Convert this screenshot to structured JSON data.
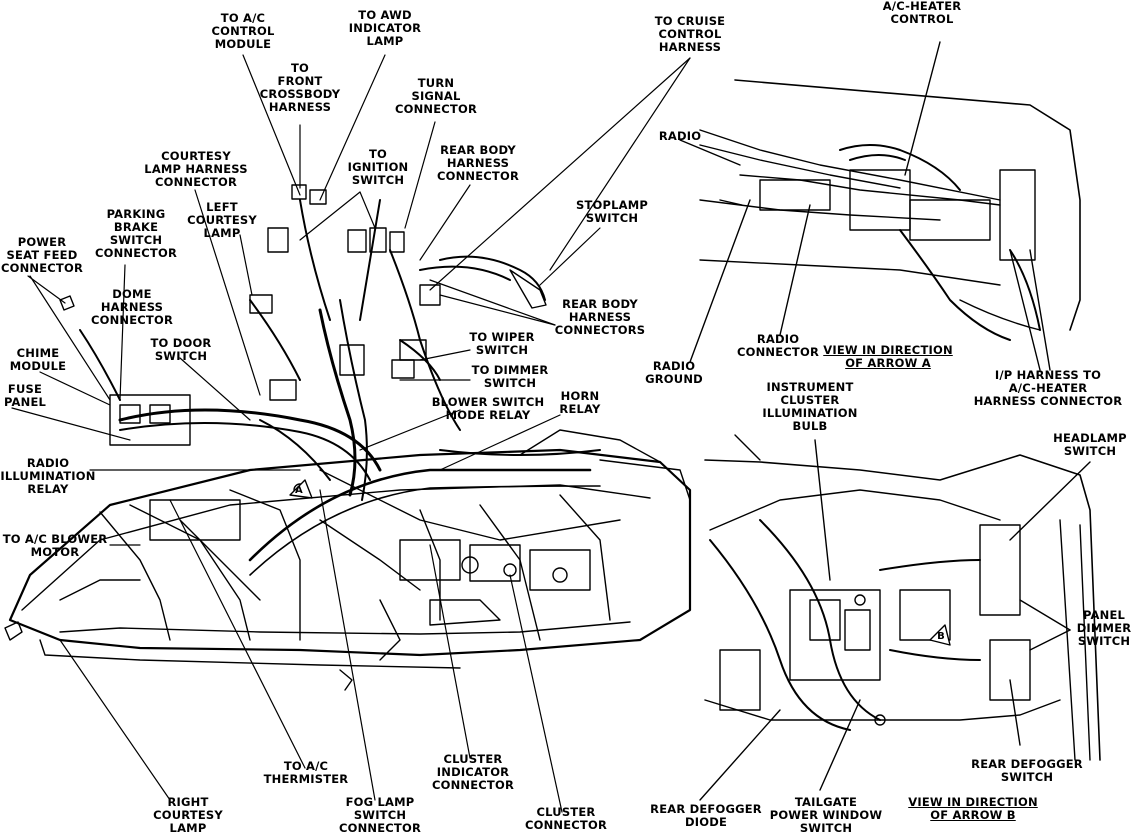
{
  "labels": {
    "to_ac_control_module": "TO A/C\nCONTROL\nMODULE",
    "to_awd_indicator_lamp": "TO AWD\nINDICATOR\nLAMP",
    "to_front_crossbody_harness": "TO\nFRONT\nCROSSBODY\nHARNESS",
    "turn_signal_connector": "TURN\nSIGNAL\nCONNECTOR",
    "to_cruise_control_harness": "TO CRUISE\nCONTROL\nHARNESS",
    "courtesy_lamp_harness_connector": "COURTESY\nLAMP HARNESS\nCONNECTOR",
    "to_ignition_switch": "TO\nIGNITION\nSWITCH",
    "rear_body_harness_connector": "REAR BODY\nHARNESS\nCONNECTOR",
    "parking_brake_switch_connector": "PARKING\nBRAKE\nSWITCH\nCONNECTOR",
    "left_courtesy_lamp": "LEFT\nCOURTESY\nLAMP",
    "stoplamp_switch": "STOPLAMP\nSWITCH",
    "power_seat_feed_connector": "POWER\nSEAT FEED\nCONNECTOR",
    "dome_harness_connector": "DOME\nHARNESS\nCONNECTOR",
    "rear_body_harness_connectors": "REAR BODY\nHARNESS\nCONNECTORS",
    "chime_module": "CHIME\nMODULE",
    "to_door_switch": "TO DOOR\nSWITCH",
    "to_wiper_switch": "TO WIPER\nSWITCH",
    "fuse_panel": "FUSE\nPANEL",
    "to_dimmer_switch": "TO DIMMER\nSWITCH",
    "blower_switch_mode_relay": "BLOWER SWITCH\nMODE RELAY",
    "horn_relay": "HORN\nRELAY",
    "radio_illumination_relay": "RADIO\nILLUMINATION\nRELAY",
    "to_ac_blower_motor": "TO A/C BLOWER\nMOTOR",
    "to_ac_thermister": "TO A/C\nTHERMISTER",
    "cluster_indicator_connector": "CLUSTER\nINDICATOR\nCONNECTOR",
    "right_courtesy_lamp": "RIGHT\nCOURTESY\nLAMP",
    "fog_lamp_switch_connector": "FOG LAMP\nSWITCH\nCONNECTOR",
    "cluster_connector": "CLUSTER\nCONNECTOR",
    "ac_heater_control": "A/C-HEATER\nCONTROL",
    "radio": "RADIO",
    "radio_connector": "RADIO\nCONNECTOR",
    "view_direction_arrow_a": "VIEW IN DIRECTION\nOF ARROW A",
    "radio_ground": "RADIO\nGROUND",
    "ip_harness_to_ac_heater": "I/P HARNESS TO\nA/C-HEATER\nHARNESS CONNECTOR",
    "instrument_cluster_illumination_bulb": "INSTRUMENT\nCLUSTER\nILLUMINATION\nBULB",
    "headlamp_switch": "HEADLAMP\nSWITCH",
    "panel_dimmer_switch": "PANEL\nDIMMER\nSWITCH",
    "rear_defogger_switch": "REAR DEFOGGER\nSWITCH",
    "rear_defogger_diode": "REAR DEFOGGER\nDIODE",
    "tailgate_power_window_switch": "TAILGATE\nPOWER WINDOW\nSWITCH",
    "view_direction_arrow_b": "VIEW IN DIRECTION\nOF ARROW B",
    "arrow_a_marker": "A",
    "arrow_b_marker": "B"
  },
  "colors": {
    "ink": "#000000",
    "paper": "#ffffff"
  }
}
